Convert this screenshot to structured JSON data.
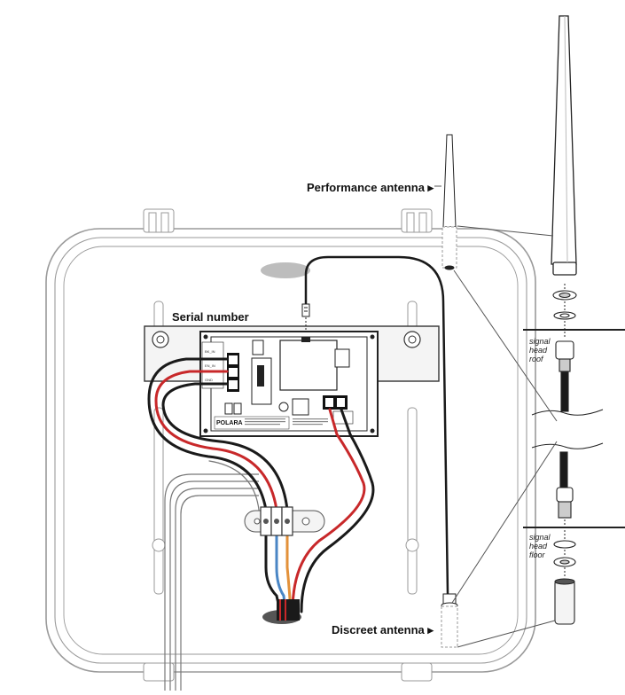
{
  "labels": {
    "performance_antenna": "Performance antenna ▸",
    "serial_number": "Serial number",
    "discreet_antenna": "Discreet antenna ▸"
  },
  "insets": {
    "roof": [
      "signal",
      "head",
      "roof"
    ],
    "floor": [
      "signal",
      "head",
      "floor"
    ]
  },
  "board": {
    "brand": "POLARA",
    "terminals": [
      "BK_IN",
      "EN_IN",
      "GND"
    ]
  },
  "colors": {
    "wire_red": "#c8282a",
    "wire_black": "#1a1a1a",
    "wire_blue": "#4a86c5",
    "wire_orange": "#e3913a",
    "line": "#555555",
    "outline": "#9a9a9a",
    "panel_fill": "#f4f4f4"
  }
}
